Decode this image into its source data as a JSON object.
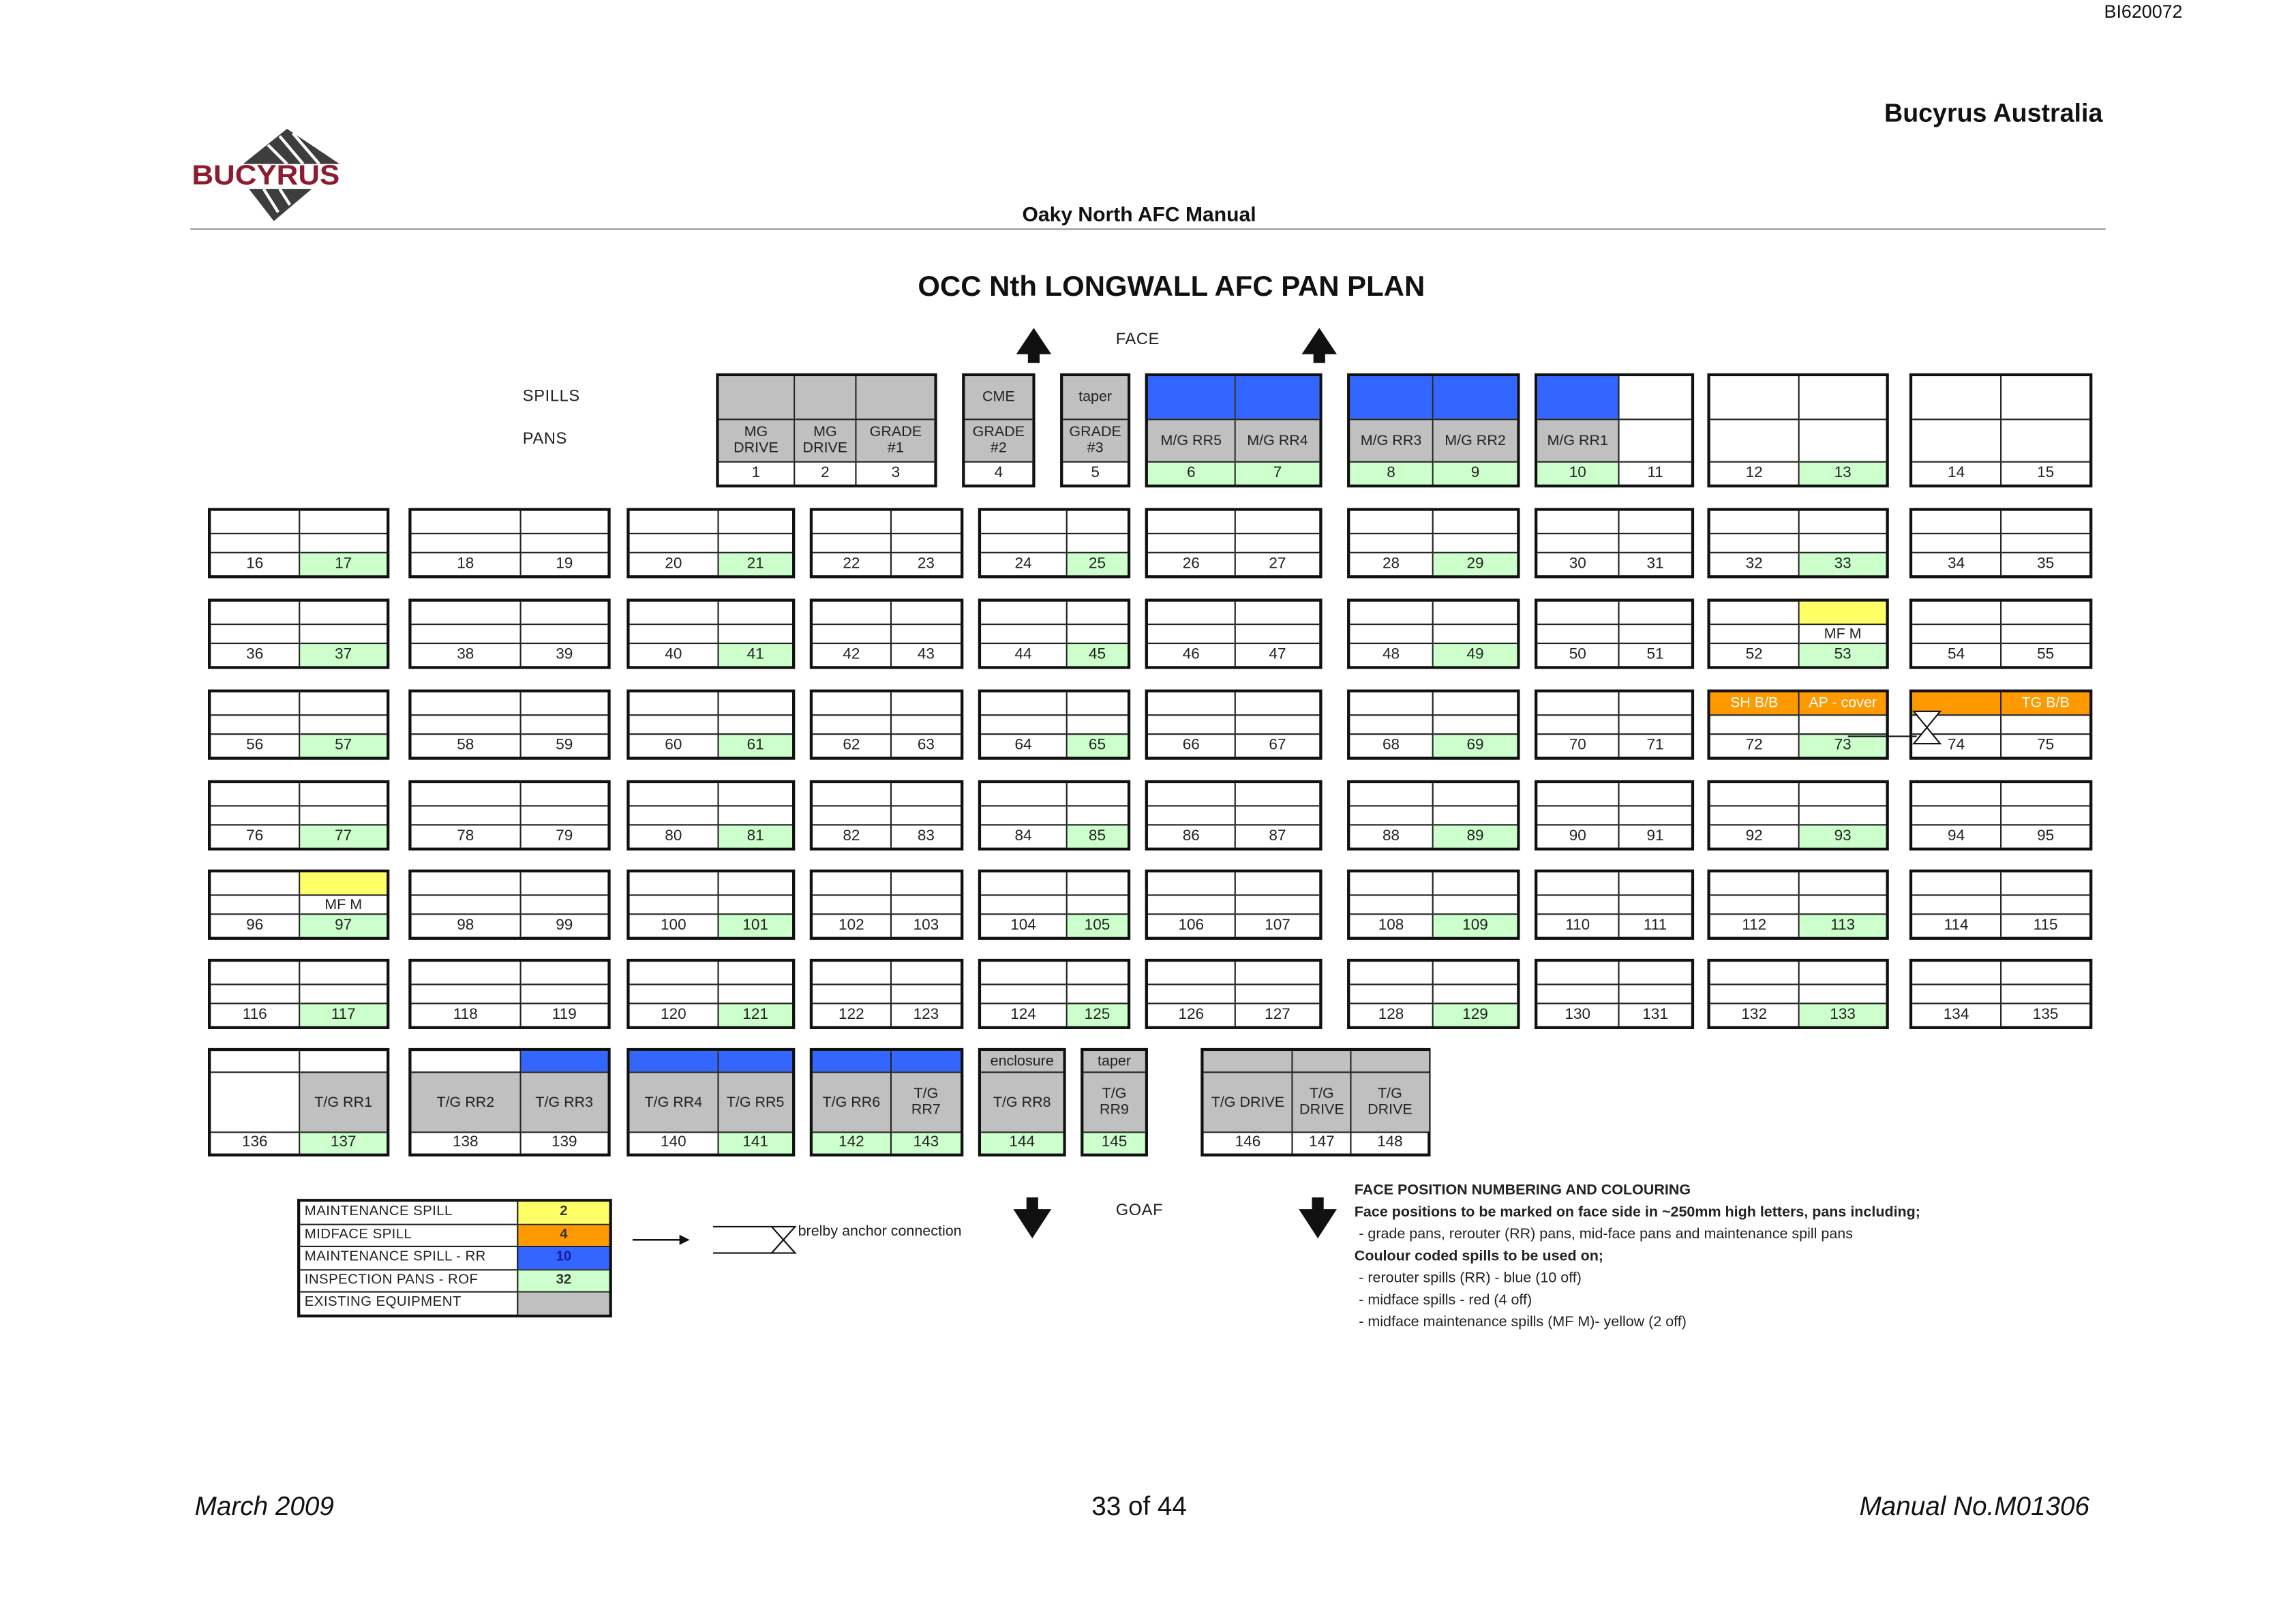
{
  "header": {
    "doc_id": "BI620072",
    "company": "Bucyrus Australia",
    "logo_text": "BUCYRUS",
    "manual_title": "Oaky North AFC Manual"
  },
  "diagram": {
    "title": "OCC Nth LONGWALL AFC PAN PLAN",
    "face_label": "FACE",
    "goaf_label": "GOAF",
    "spills_label": "SPILLS",
    "pans_label": "PANS",
    "colors": {
      "grey": "#c0c0c0",
      "blue": "#3366ff",
      "green": "#ccffcc",
      "yellow": "#ffff66",
      "orange": "#ff9900"
    },
    "rows": [
      [
        {
          "n": "1",
          "top": "grey",
          "label": "MG DRIVE"
        },
        {
          "n": "2",
          "top": "grey",
          "label": "MG DRIVE"
        },
        {
          "n": "3",
          "top": "grey",
          "label": "GRADE #1"
        },
        {
          "n": "4",
          "top": "grey",
          "top_text": "CME",
          "label": "GRADE #2"
        },
        {
          "n": "5",
          "top": "grey",
          "top_text": "taper",
          "label": "GRADE #3"
        },
        {
          "n": "6",
          "top": "blue",
          "label": "M/G RR5",
          "num": "green"
        },
        {
          "n": "7",
          "top": "blue",
          "label": "M/G RR4",
          "num": "green"
        },
        {
          "n": "8",
          "top": "blue",
          "label": "M/G RR3",
          "num": "green"
        },
        {
          "n": "9",
          "top": "blue",
          "label": "M/G RR2",
          "num": "green"
        },
        {
          "n": "10",
          "top": "blue",
          "label": "M/G RR1",
          "num": "green"
        },
        {
          "n": "11"
        },
        {
          "n": "12"
        },
        {
          "n": "13",
          "num": "green"
        },
        {
          "n": "14"
        },
        {
          "n": "15"
        }
      ],
      [
        {
          "n": "16"
        },
        {
          "n": "17",
          "num": "green"
        },
        {
          "n": "18"
        },
        {
          "n": "19"
        },
        {
          "n": "20"
        },
        {
          "n": "21",
          "num": "green"
        },
        {
          "n": "22"
        },
        {
          "n": "23"
        },
        {
          "n": "24"
        },
        {
          "n": "25",
          "num": "green"
        },
        {
          "n": "26"
        },
        {
          "n": "27"
        },
        {
          "n": "28"
        },
        {
          "n": "29",
          "num": "green"
        },
        {
          "n": "30"
        },
        {
          "n": "31"
        },
        {
          "n": "32"
        },
        {
          "n": "33",
          "num": "green"
        },
        {
          "n": "34"
        },
        {
          "n": "35"
        }
      ],
      [
        {
          "n": "36"
        },
        {
          "n": "37",
          "num": "green"
        },
        {
          "n": "38"
        },
        {
          "n": "39"
        },
        {
          "n": "40"
        },
        {
          "n": "41",
          "num": "green"
        },
        {
          "n": "42"
        },
        {
          "n": "43"
        },
        {
          "n": "44"
        },
        {
          "n": "45",
          "num": "green"
        },
        {
          "n": "46"
        },
        {
          "n": "47"
        },
        {
          "n": "48"
        },
        {
          "n": "49",
          "num": "green"
        },
        {
          "n": "50"
        },
        {
          "n": "51"
        },
        {
          "n": "52"
        },
        {
          "n": "53",
          "num": "green",
          "top": "yellow",
          "mid_text": "MF M"
        },
        {
          "n": "54"
        },
        {
          "n": "55"
        }
      ],
      [
        {
          "n": "56"
        },
        {
          "n": "57",
          "num": "green"
        },
        {
          "n": "58"
        },
        {
          "n": "59"
        },
        {
          "n": "60"
        },
        {
          "n": "61",
          "num": "green"
        },
        {
          "n": "62"
        },
        {
          "n": "63"
        },
        {
          "n": "64"
        },
        {
          "n": "65",
          "num": "green"
        },
        {
          "n": "66"
        },
        {
          "n": "67"
        },
        {
          "n": "68"
        },
        {
          "n": "69",
          "num": "green"
        },
        {
          "n": "70"
        },
        {
          "n": "71"
        },
        {
          "n": "72",
          "top": "orange",
          "top_text": "SH B/B"
        },
        {
          "n": "73",
          "num": "green",
          "top": "orange",
          "top_text": "AP - cover"
        },
        {
          "n": "74",
          "top": "orange"
        },
        {
          "n": "75",
          "top": "orange",
          "top_text": "TG B/B"
        }
      ],
      [
        {
          "n": "76"
        },
        {
          "n": "77",
          "num": "green"
        },
        {
          "n": "78"
        },
        {
          "n": "79"
        },
        {
          "n": "80"
        },
        {
          "n": "81",
          "num": "green"
        },
        {
          "n": "82"
        },
        {
          "n": "83"
        },
        {
          "n": "84"
        },
        {
          "n": "85",
          "num": "green"
        },
        {
          "n": "86"
        },
        {
          "n": "87"
        },
        {
          "n": "88"
        },
        {
          "n": "89",
          "num": "green"
        },
        {
          "n": "90"
        },
        {
          "n": "91"
        },
        {
          "n": "92"
        },
        {
          "n": "93",
          "num": "green"
        },
        {
          "n": "94"
        },
        {
          "n": "95"
        }
      ],
      [
        {
          "n": "96"
        },
        {
          "n": "97",
          "num": "green",
          "top": "yellow",
          "mid_text": "MF M"
        },
        {
          "n": "98"
        },
        {
          "n": "99"
        },
        {
          "n": "100"
        },
        {
          "n": "101",
          "num": "green"
        },
        {
          "n": "102"
        },
        {
          "n": "103"
        },
        {
          "n": "104"
        },
        {
          "n": "105",
          "num": "green"
        },
        {
          "n": "106"
        },
        {
          "n": "107"
        },
        {
          "n": "108"
        },
        {
          "n": "109",
          "num": "green"
        },
        {
          "n": "110"
        },
        {
          "n": "111"
        },
        {
          "n": "112"
        },
        {
          "n": "113",
          "num": "green"
        },
        {
          "n": "114"
        },
        {
          "n": "115"
        }
      ],
      [
        {
          "n": "116"
        },
        {
          "n": "117",
          "num": "green"
        },
        {
          "n": "118"
        },
        {
          "n": "119"
        },
        {
          "n": "120"
        },
        {
          "n": "121",
          "num": "green"
        },
        {
          "n": "122"
        },
        {
          "n": "123"
        },
        {
          "n": "124"
        },
        {
          "n": "125",
          "num": "green"
        },
        {
          "n": "126"
        },
        {
          "n": "127"
        },
        {
          "n": "128"
        },
        {
          "n": "129",
          "num": "green"
        },
        {
          "n": "130"
        },
        {
          "n": "131"
        },
        {
          "n": "132"
        },
        {
          "n": "133",
          "num": "green"
        },
        {
          "n": "134"
        },
        {
          "n": "135"
        }
      ],
      [
        {
          "n": "136"
        },
        {
          "n": "137",
          "label": "T/G RR1",
          "num": "green"
        },
        {
          "n": "138",
          "label": "T/G RR2"
        },
        {
          "n": "139",
          "top": "blue",
          "label": "T/G RR3"
        },
        {
          "n": "140",
          "top": "blue",
          "label": "T/G RR4"
        },
        {
          "n": "141",
          "top": "blue",
          "label": "T/G RR5",
          "num": "green"
        },
        {
          "n": "142",
          "top": "blue",
          "label": "T/G RR6",
          "num": "green"
        },
        {
          "n": "143",
          "top": "blue",
          "label": "T/G RR7",
          "num": "green"
        },
        {
          "n": "144",
          "top": "grey",
          "top_text": "enclosure",
          "label": "T/G RR8",
          "num": "green"
        },
        {
          "n": "145",
          "top": "grey",
          "top_text": "taper",
          "label": "T/G RR9",
          "num": "green"
        },
        {
          "n": "146",
          "top": "grey",
          "label": "T/G DRIVE"
        },
        {
          "n": "147",
          "top": "grey",
          "label": "T/G DRIVE"
        },
        {
          "n": "148",
          "top": "grey",
          "label": "T/G DRIVE"
        }
      ]
    ]
  },
  "legend": [
    {
      "label": "MAINTENANCE SPILL",
      "value": "2",
      "color": "#ffff66"
    },
    {
      "label": "MIDFACE SPILL",
      "value": "4",
      "color": "#ff9900"
    },
    {
      "label": "MAINTENANCE SPILL - RR",
      "value": "10",
      "color": "#3366ff"
    },
    {
      "label": "INSPECTION PANS - ROF",
      "value": "32",
      "color": "#ccffcc"
    },
    {
      "label": "EXISTING EQUIPMENT",
      "color": "#c0c0c0"
    }
  ],
  "brelby_label": "brelby anchor connection",
  "notes": {
    "heading": "FACE POSITION NUMBERING AND COLOURING",
    "lines": [
      "Face positions to be marked on face side in ~250mm high letters, pans including;",
      "- grade pans, rerouter (RR) pans, mid-face pans and maintenance spill pans",
      "Coulour coded spills to be used on;",
      "- rerouter spills (RR) - blue (10 off)",
      "- midface spills - red (4 off)",
      "- midface maintenance spills (MF M)- yellow (2 off)"
    ]
  },
  "footer": {
    "date": "March 2009",
    "page": "33 of 44",
    "manual_no": "Manual No.M01306"
  }
}
